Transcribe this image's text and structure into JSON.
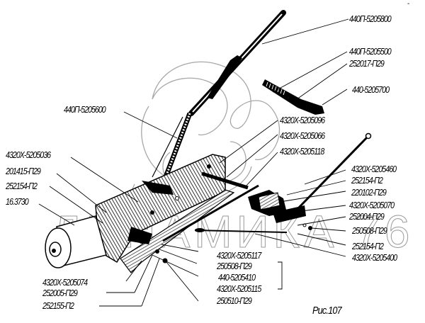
{
  "figure": {
    "caption": "Рис.107",
    "watermark_text": "ДИНАМИКА 76",
    "corner_mark": "-"
  },
  "labels": [
    {
      "id": "l1",
      "text": "440П-5205800"
    },
    {
      "id": "l2",
      "text": "440П-5205500"
    },
    {
      "id": "l3",
      "text": "252017-П29"
    },
    {
      "id": "l4",
      "text": "440-5205700"
    },
    {
      "id": "l5",
      "text": "440П-5205600"
    },
    {
      "id": "l6",
      "text": "4320Х-5205096"
    },
    {
      "id": "l7",
      "text": "4320Х-5205066"
    },
    {
      "id": "l8",
      "text": "4320Х-5205118"
    },
    {
      "id": "l9",
      "text": "4320Х-5205036"
    },
    {
      "id": "l10",
      "text": "201415-П29"
    },
    {
      "id": "l11",
      "text": "252154-П2"
    },
    {
      "id": "l12",
      "text": "16.3730"
    },
    {
      "id": "l13",
      "text": "4320Х-5205460"
    },
    {
      "id": "l14",
      "text": "252154-П2"
    },
    {
      "id": "l15",
      "text": "220102-П29"
    },
    {
      "id": "l16",
      "text": "4320Х-5205070"
    },
    {
      "id": "l17",
      "text": "252004-П29"
    },
    {
      "id": "l18",
      "text": "250508-П29"
    },
    {
      "id": "l19",
      "text": "252154-П2"
    },
    {
      "id": "l20",
      "text": "4320Х-5205400"
    },
    {
      "id": "l21",
      "text": "4320Х-5205117"
    },
    {
      "id": "l22",
      "text": "250508-П29"
    },
    {
      "id": "l23",
      "text": "440-5205410"
    },
    {
      "id": "l24",
      "text": "4320Х-5205115"
    },
    {
      "id": "l25",
      "text": "250510-П29"
    },
    {
      "id": "l26",
      "text": "4320Х-5205074"
    },
    {
      "id": "l27",
      "text": "252005-П29"
    },
    {
      "id": "l28",
      "text": "252155-П2"
    }
  ]
}
